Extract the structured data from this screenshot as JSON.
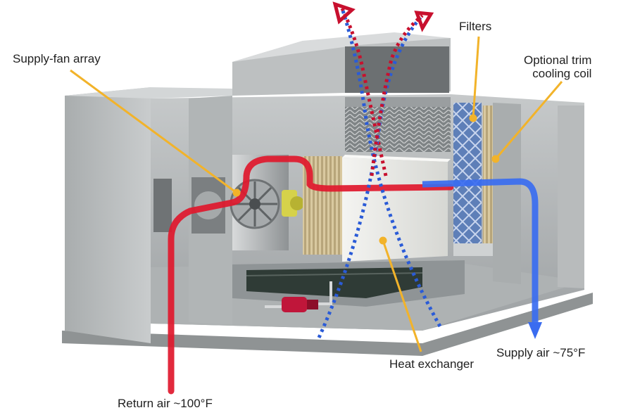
{
  "labels": {
    "supply_fan_array": "Supply-fan array",
    "filters": "Filters",
    "trim_coil_line1": "Optional trim",
    "trim_coil_line2": "cooling coil",
    "heat_exchanger": "Heat exchanger",
    "supply_air": "Supply air ~75°F",
    "return_air": "Return air ~100°F"
  },
  "colors": {
    "return_air_path": "#e0182d",
    "supply_air_path": "#3a6cf0",
    "exhaust_path_red": "#c8102e",
    "scavenger_path_blue": "#2a5bd7",
    "callout_leader": "#f2b32a",
    "casing": "#b9bcbd",
    "heat_exchanger": "#e7e7e3",
    "pump": "#c0163a"
  },
  "icons": [
    "supply-fan-icon",
    "motor-icon",
    "filter-bank-icon",
    "pump-icon",
    "sump-basin-icon"
  ]
}
